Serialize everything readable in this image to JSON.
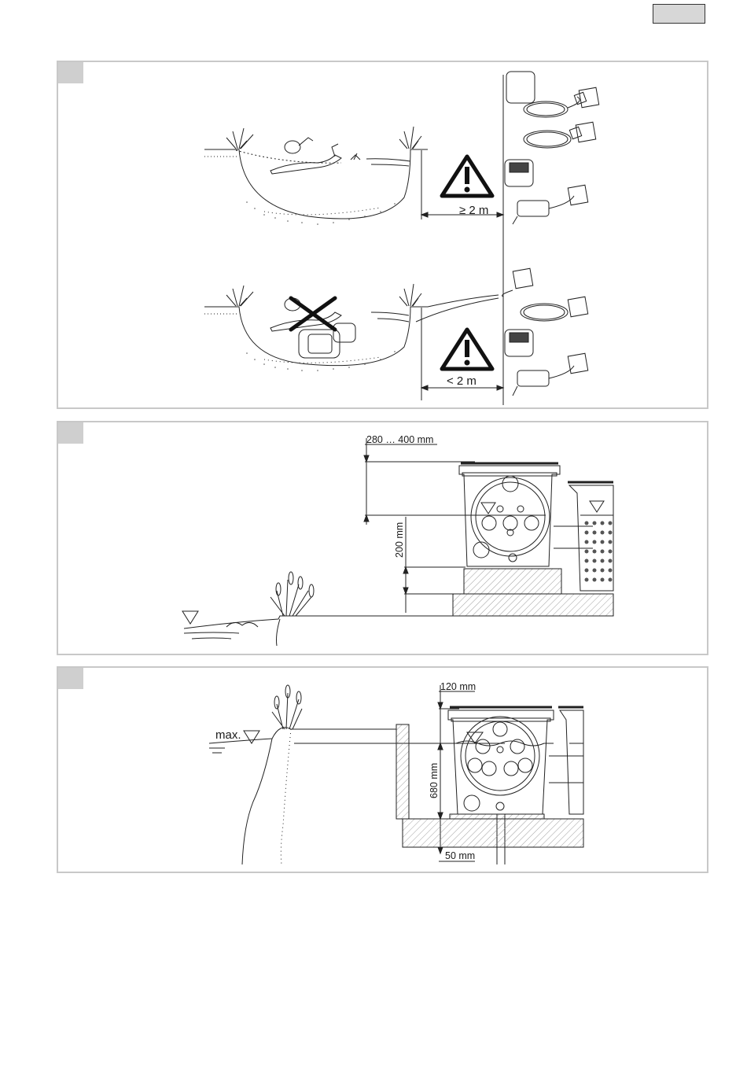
{
  "panel1": {
    "dist_ge": "≥ 2 m",
    "dist_lt": "< 2 m"
  },
  "panel2": {
    "dim_top": "280 … 400 mm",
    "dim_side": "200 mm"
  },
  "panel3": {
    "max_label": "max.",
    "dim_top": "120 mm",
    "dim_side": "680 mm",
    "dim_bottom": "50 mm"
  }
}
